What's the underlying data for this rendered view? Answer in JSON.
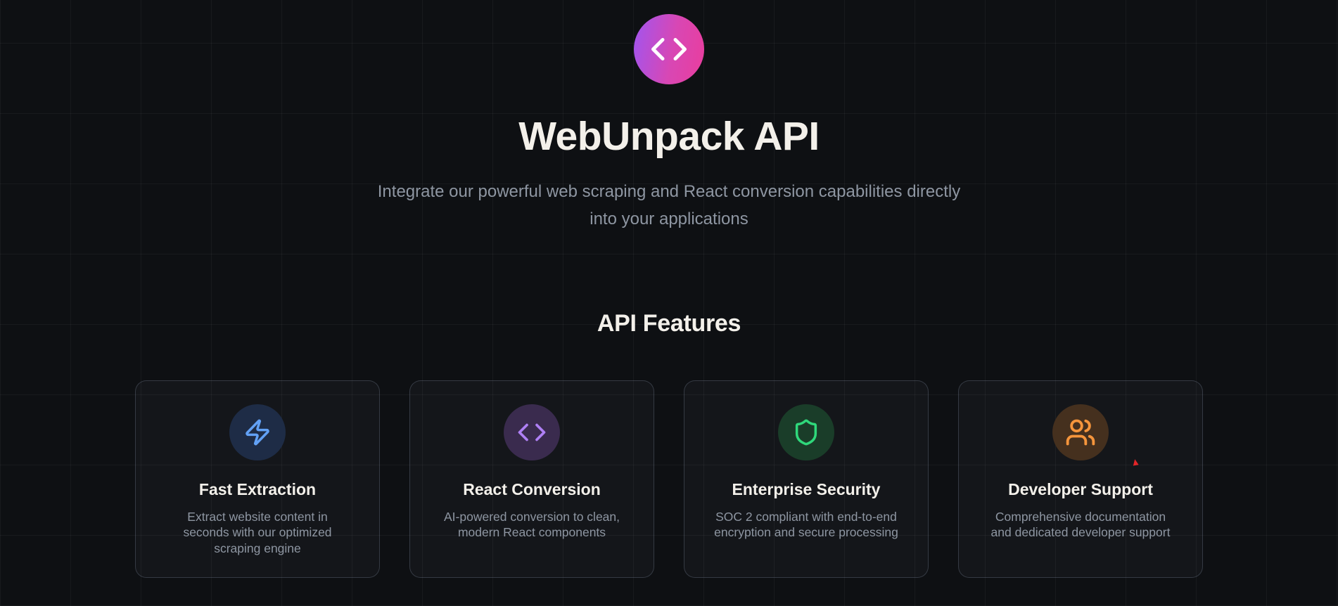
{
  "header": {
    "logo_icon": "code-icon",
    "title": "WebUnpack API",
    "subtitle_lines": [
      "Integrate our powerful web scraping and React conversion capabilities directly",
      "into your applications"
    ]
  },
  "features": {
    "heading": "API Features",
    "cards": [
      {
        "title": "Fast Extraction",
        "description_lines": [
          "Extract website content in",
          "seconds with our optimized",
          "scraping engine"
        ],
        "icon": "zap-icon",
        "icon_color": "#62a1f5",
        "icon_bg": "#1e2c46"
      },
      {
        "title": "React Conversion",
        "description_lines": [
          "AI-powered conversion to clean,",
          "modern React components"
        ],
        "icon": "code-icon",
        "icon_color": "#af80f5",
        "icon_bg": "#3a2b4e"
      },
      {
        "title": "Enterprise Security",
        "description_lines": [
          "SOC 2 compliant with end-to-end",
          "encryption and secure processing"
        ],
        "icon": "shield-icon",
        "icon_color": "#2fd87b",
        "icon_bg": "#1a3d29"
      },
      {
        "title": "Developer Support",
        "description_lines": [
          "Comprehensive documentation",
          "and dedicated developer support"
        ],
        "icon": "users-icon",
        "icon_color": "#f5953c",
        "icon_bg": "#45301e"
      }
    ]
  },
  "colors": {
    "page_background": "#0e1013",
    "grid_line": "rgba(255,255,255,0.045)",
    "card_border": "rgba(148,162,189,0.26)",
    "heading_text": "#f3f0ea",
    "muted_text": "#8e96a2",
    "logo_gradient_start": "#a055f0",
    "logo_gradient_end": "#ea3d9d",
    "cursor_dot": "#e32528"
  }
}
